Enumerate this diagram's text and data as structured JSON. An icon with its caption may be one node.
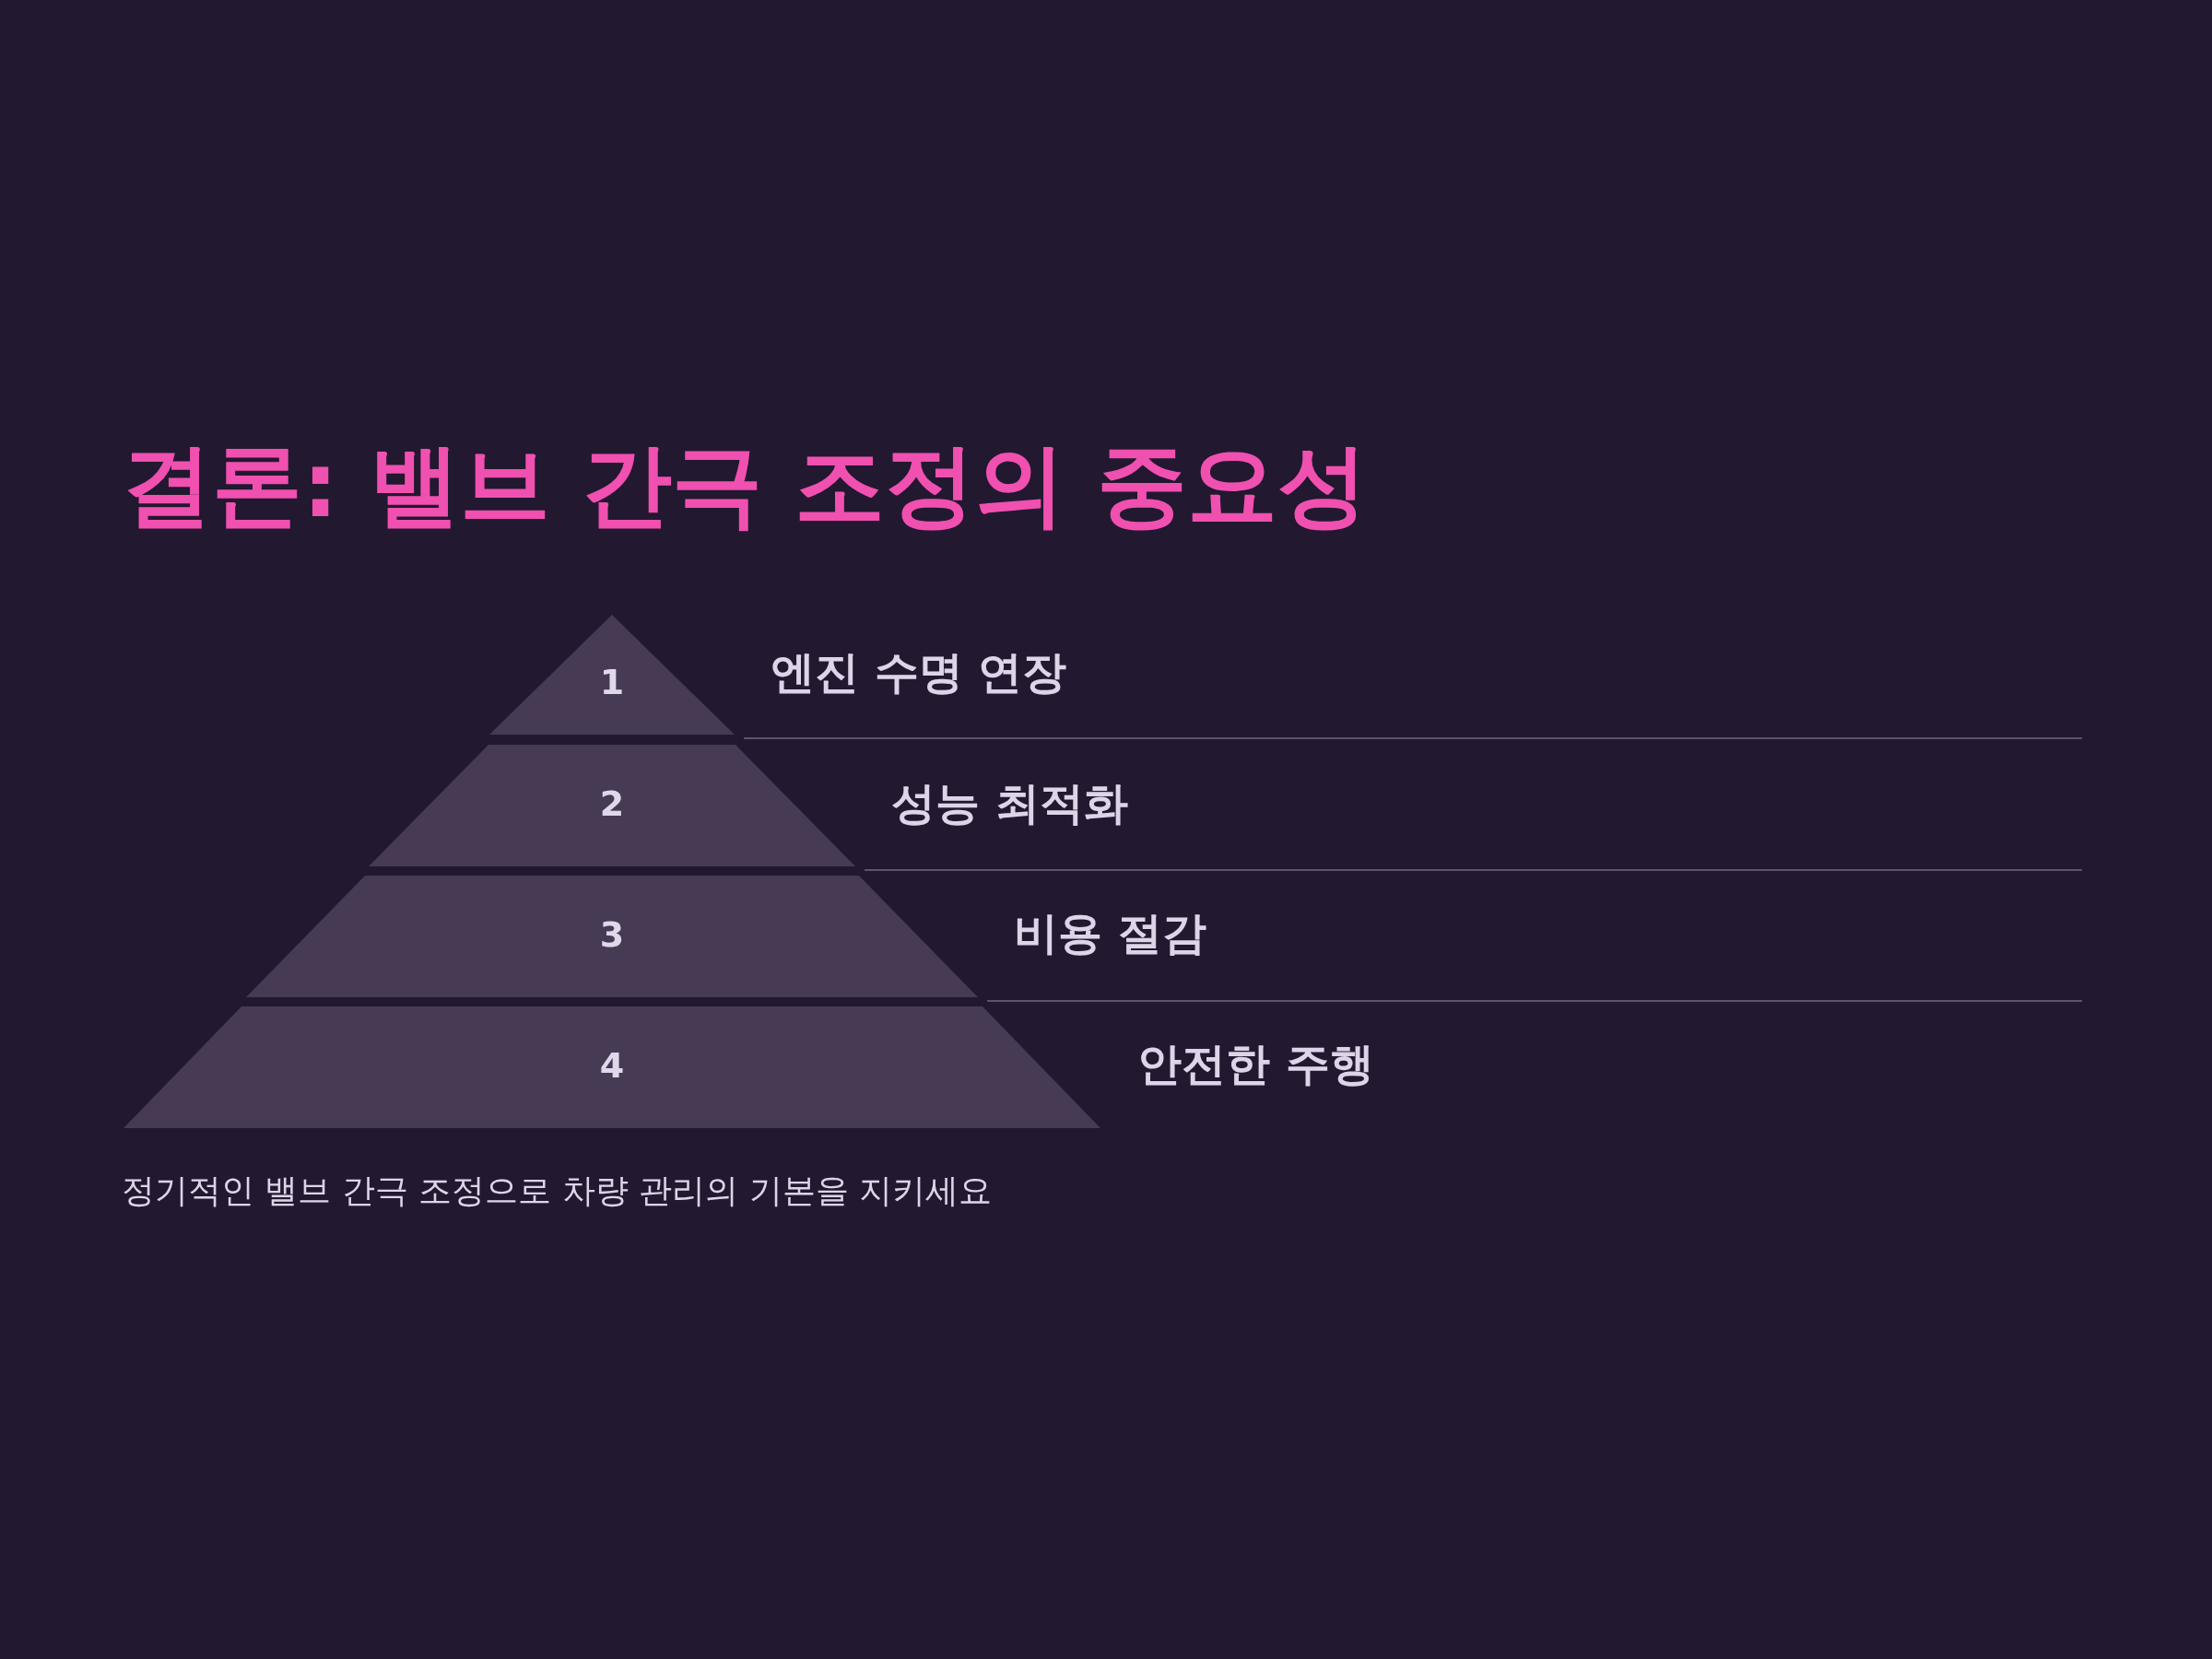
{
  "diagram": {
    "title": "결론: 밸브 간극 조정의 중요성",
    "nodes": [
      {
        "text": [
          "1"
        ],
        "beside": [
          "엔진 수명 연장"
        ]
      },
      {
        "text": [
          "2"
        ],
        "beside": [
          "성능 최적화"
        ]
      },
      {
        "text": [
          "3"
        ],
        "beside": [
          "비용 절감"
        ]
      },
      {
        "text": [
          "4"
        ],
        "beside": [
          "안전한 주행"
        ]
      }
    ],
    "caption": "정기적인 밸브 간극 조정으로 차량 관리의 기본을 지키세요"
  }
}
